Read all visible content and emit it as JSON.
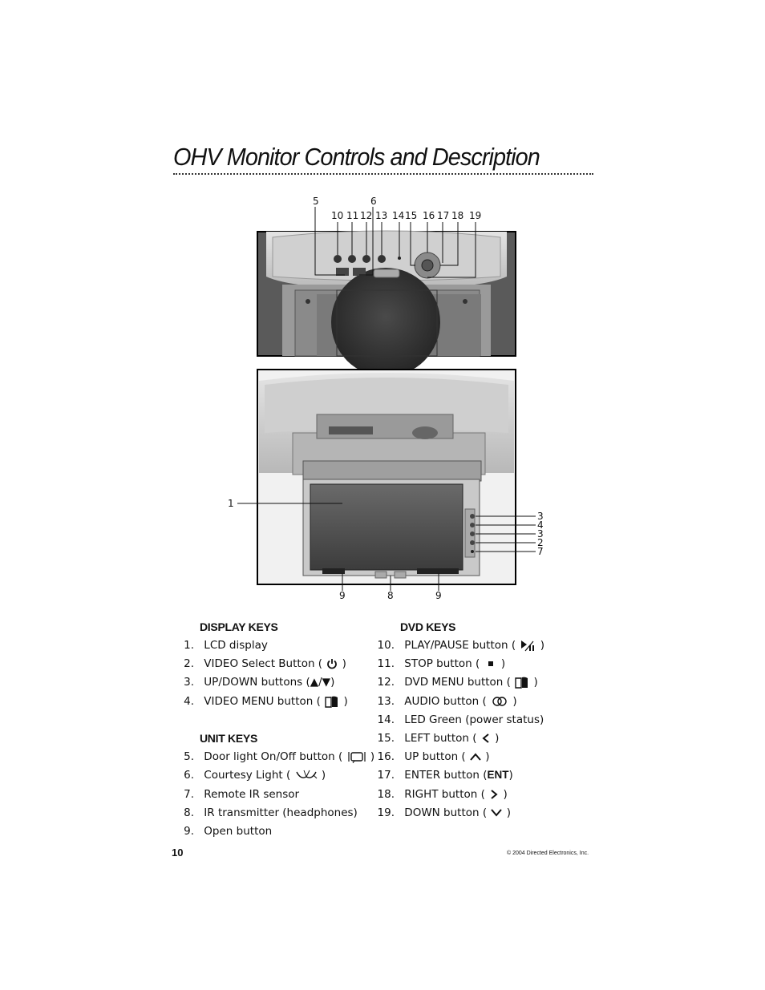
{
  "page": {
    "title": "OHV Monitor Controls and Description",
    "page_number": "10",
    "copyright": "© 2004 Directed Electronics, Inc."
  },
  "figure_top": {
    "callouts": [
      "5",
      "6",
      "10",
      "11",
      "12",
      "13",
      "14",
      "15",
      "16",
      "17",
      "18",
      "19"
    ]
  },
  "figure_bottom": {
    "callouts": [
      "1",
      "3",
      "4",
      "3",
      "2",
      "7",
      "9",
      "8",
      "9"
    ]
  },
  "display_keys": {
    "heading": "DISPLAY KEYS",
    "items": [
      {
        "num": "1.",
        "pre": "LCD display",
        "post": ""
      },
      {
        "num": "2.",
        "pre": "VIDEO Select Button (",
        "post": ")"
      },
      {
        "num": "3.",
        "pre": "UP/DOWN buttons (",
        "post": ")"
      },
      {
        "num": "4.",
        "pre": "VIDEO MENU button (",
        "post": ")"
      }
    ]
  },
  "unit_keys": {
    "heading": "UNIT KEYS",
    "items": [
      {
        "num": "5.",
        "pre": "Door light On/Off button (",
        "post": ")"
      },
      {
        "num": "6.",
        "pre": "Courtesy Light (",
        "post": ")"
      },
      {
        "num": "7.",
        "pre": "Remote IR sensor",
        "post": ""
      },
      {
        "num": "8.",
        "pre": "IR transmitter (headphones)",
        "post": ""
      },
      {
        "num": "9.",
        "pre": "Open button",
        "post": ""
      }
    ]
  },
  "dvd_keys": {
    "heading": "DVD KEYS",
    "items": [
      {
        "num": "10.",
        "pre": "PLAY/PAUSE button (",
        "post": ")"
      },
      {
        "num": "11.",
        "pre": "STOP button (",
        "post": ")"
      },
      {
        "num": "12.",
        "pre": "DVD MENU button (",
        "post": ")"
      },
      {
        "num": "13.",
        "pre": "AUDIO button (",
        "post": ")"
      },
      {
        "num": "14.",
        "pre": "LED Green (power status)",
        "post": ""
      },
      {
        "num": "15.",
        "pre": "LEFT button (",
        "post": ")"
      },
      {
        "num": "16.",
        "pre": "UP button (",
        "post": ")"
      },
      {
        "num": "17.",
        "pre": "ENTER button (",
        "post": ")"
      },
      {
        "num": "18.",
        "pre": "RIGHT button (",
        "post": ")"
      },
      {
        "num": "19.",
        "pre": "DOWN button (",
        "post": ")"
      }
    ]
  },
  "icons": {
    "updown_glyph": "▲/▼",
    "enter_glyph": "ENT"
  }
}
